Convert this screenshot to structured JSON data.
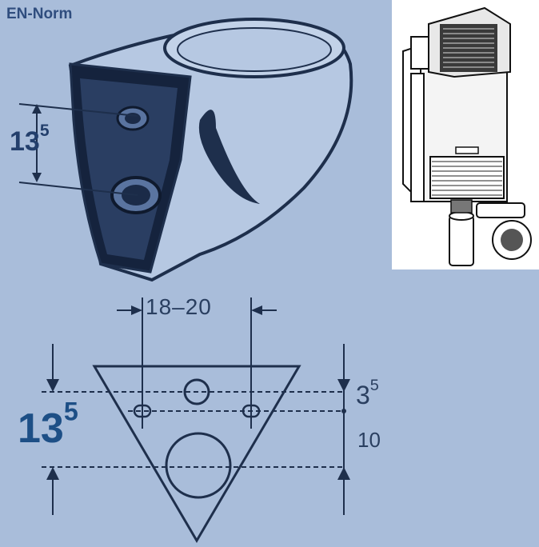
{
  "title": "EN-Norm",
  "dimensions": {
    "top_vertical": {
      "base": "13",
      "sup": "5"
    },
    "horizontal": "18–20",
    "left_vertical": {
      "base": "13",
      "sup": "5"
    },
    "right_upper": {
      "base": "3",
      "sup": "5"
    },
    "right_lower": "10"
  },
  "colors": {
    "background": "#a9bdda",
    "line": "#1e2f4c",
    "accent_text": "#1d4f86"
  },
  "icons": [
    "wall-hung-toilet-drawing",
    "installation-frame-drawing",
    "mounting-template-triangle"
  ]
}
